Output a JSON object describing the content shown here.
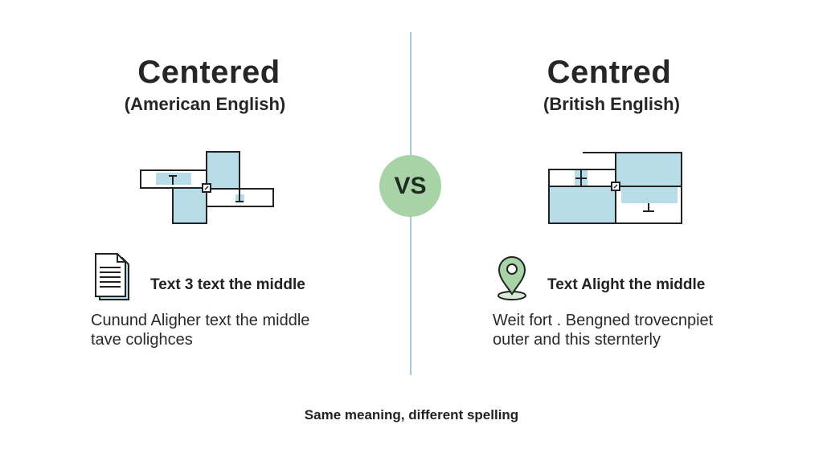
{
  "left": {
    "title": "Centered",
    "subtitle": "(American English)",
    "feature_icon": "document-icon",
    "feature_label": "Text 3 text the middle",
    "description_line1": "Cunund Aligher text the middle",
    "description_line2": "tave colighces"
  },
  "center": {
    "vs_label": "VS"
  },
  "right": {
    "title": "Centred",
    "subtitle": "(British English)",
    "feature_icon": "map-pin-icon",
    "feature_label": "Text Alight the middle",
    "description_line1": "Weit fort . Bengned trovecnpiet",
    "description_line2": "outer and this sternterly"
  },
  "footer": {
    "caption": "Same meaning, different spelling"
  },
  "colors": {
    "accent_green": "#a7d3a6",
    "accent_blue": "#b9dde8",
    "divider": "#a9c6d3",
    "stroke": "#222222"
  }
}
